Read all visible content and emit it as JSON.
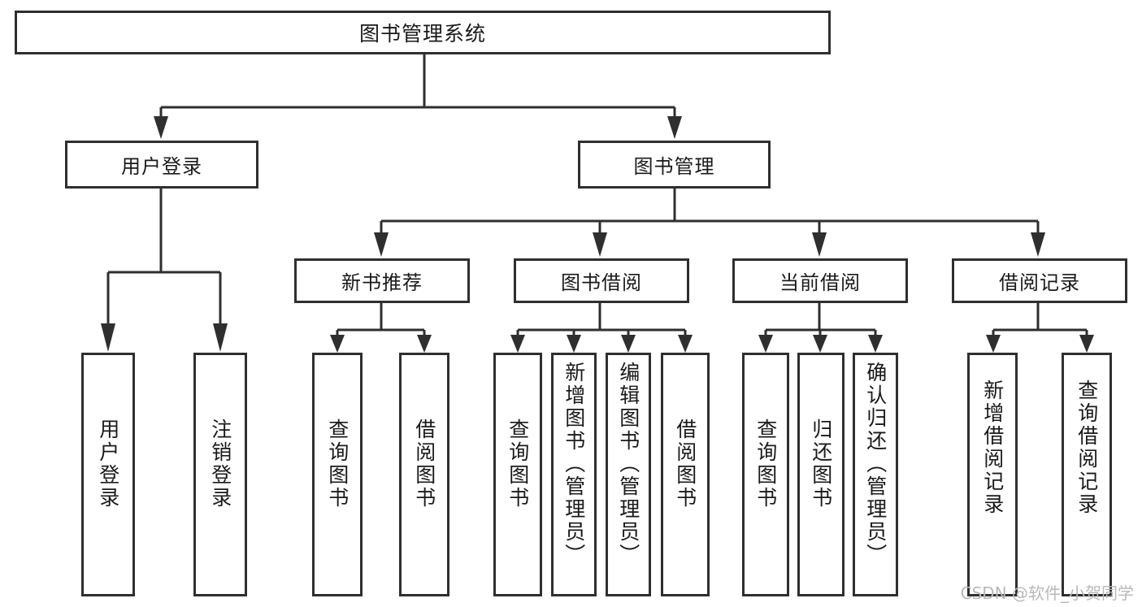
{
  "diagram": {
    "title": "图书管理系统",
    "type": "tree",
    "watermark": "CSDN @软件_小贺同学",
    "colors": {
      "box_border": "#2f2f2f",
      "box_fill": "#ffffff",
      "text": "#1a1a1a",
      "edge": "#2f2f2f",
      "watermark": "#b9b9b9"
    },
    "root": {
      "label": "图书管理系统"
    },
    "level2": [
      {
        "id": "user-login",
        "label": "用户登录"
      },
      {
        "id": "book-manage",
        "label": "图书管理"
      }
    ],
    "level3": [
      {
        "id": "new-book-recommend",
        "label": "新书推荐"
      },
      {
        "id": "book-borrow",
        "label": "图书借阅"
      },
      {
        "id": "current-borrow",
        "label": "当前借阅"
      },
      {
        "id": "borrow-record",
        "label": "借阅记录"
      }
    ],
    "leaves": {
      "user-login": [
        {
          "id": "leaf-user-login",
          "label": "用户登录"
        },
        {
          "id": "leaf-logout-login",
          "label": "注销登录"
        }
      ],
      "new-book-recommend": [
        {
          "id": "leaf-query-book-1",
          "label": "查询图书"
        },
        {
          "id": "leaf-borrow-book-1",
          "label": "借阅图书"
        }
      ],
      "book-borrow": [
        {
          "id": "leaf-query-book-2",
          "label": "查询图书"
        },
        {
          "id": "leaf-add-book-admin",
          "label": "新增图书（管理员）"
        },
        {
          "id": "leaf-edit-book-admin",
          "label": "编辑图书（管理员）"
        },
        {
          "id": "leaf-borrow-book-2",
          "label": "借阅图书"
        }
      ],
      "current-borrow": [
        {
          "id": "leaf-query-book-3",
          "label": "查询图书"
        },
        {
          "id": "leaf-return-book",
          "label": "归还图书"
        },
        {
          "id": "leaf-confirm-return-admin",
          "label": "确认归还（管理员）"
        }
      ],
      "borrow-record": [
        {
          "id": "leaf-add-borrow-record",
          "label": "新增借阅记录"
        },
        {
          "id": "leaf-query-borrow-record",
          "label": "查询借阅记录"
        }
      ]
    }
  }
}
